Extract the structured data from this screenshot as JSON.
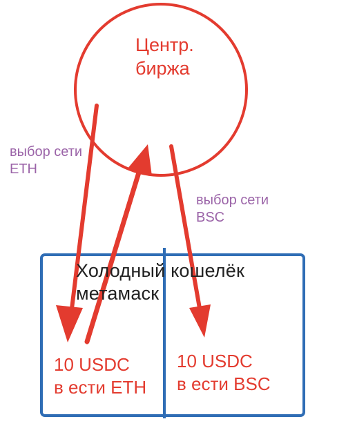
{
  "colors": {
    "accent_red": "#e33b2f",
    "box_blue": "#2f6db5",
    "network_purple": "#9b64a8",
    "wallet_text": "#222222"
  },
  "exchange": {
    "line1": "Центр.",
    "line2": "биржа"
  },
  "networks": {
    "eth": {
      "line1": "выбор сети",
      "line2": "ETH"
    },
    "bsc": {
      "line1": "выбор сети",
      "line2": "BSC"
    }
  },
  "wallet": {
    "line1": "Холодный кошелёк",
    "line2": "метамаск"
  },
  "balances": {
    "eth": {
      "line1": "10 USDC",
      "line2": "в ести ETH"
    },
    "bsc": {
      "line1": "10 USDC",
      "line2": "в ести BSC"
    }
  }
}
